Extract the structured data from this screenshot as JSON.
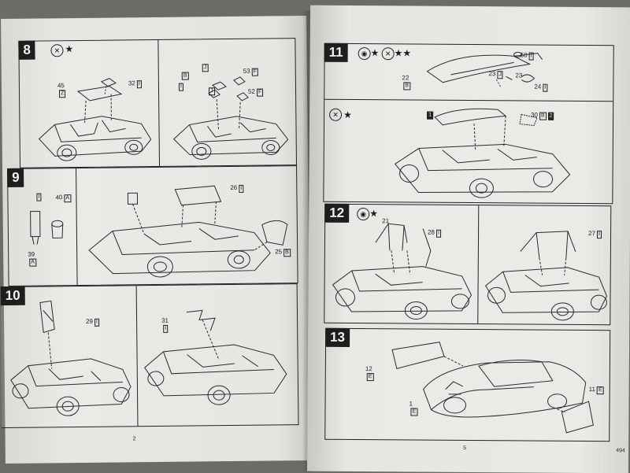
{
  "left_page": {
    "page_number": "2",
    "steps": [
      {
        "number": "8",
        "icons": [
          "glue-icon",
          "star-icon"
        ],
        "labels": [
          {
            "text": "45",
            "box": "Z"
          },
          {
            "text": "32",
            "box": "I"
          },
          {
            "text": "53",
            "box": "F"
          },
          {
            "text": "52",
            "box": "F"
          },
          {
            "text": "",
            "box": "J"
          },
          {
            "text": "",
            "box": "B"
          },
          {
            "text": "",
            "box": "I"
          },
          {
            "text": "",
            "box": "J"
          }
        ]
      },
      {
        "number": "9",
        "labels": [
          {
            "text": "40",
            "box": "A"
          },
          {
            "text": "",
            "box": "I"
          },
          {
            "text": "39",
            "box": "A"
          },
          {
            "text": "26",
            "box": "I"
          },
          {
            "text": "25",
            "box": "B"
          }
        ]
      },
      {
        "number": "10",
        "labels": [
          {
            "text": "29",
            "box": "I"
          },
          {
            "text": "31",
            "box": "I"
          }
        ]
      }
    ]
  },
  "right_page": {
    "page_number": "5",
    "corner_text": "494",
    "steps": [
      {
        "number": "11",
        "icons": [
          "paint-icon",
          "star-icon",
          "glue-icon",
          "double-star-icon"
        ],
        "labels": [
          {
            "text": "22",
            "box": "B"
          },
          {
            "text": "58",
            "box": "I"
          },
          {
            "text": "23",
            "box": "J"
          },
          {
            "text": "23",
            "box": ""
          },
          {
            "text": "24",
            "box": "I"
          },
          {
            "text": "30",
            "box": "B"
          }
        ],
        "sub_icons": [
          "glue-icon",
          "star-icon"
        ],
        "callouts": [
          "1",
          "2"
        ]
      },
      {
        "number": "12",
        "icons": [
          "paint-icon",
          "star-icon"
        ],
        "labels": [
          {
            "text": "21",
            "box": ""
          },
          {
            "text": "28",
            "box": "I"
          },
          {
            "text": "27",
            "box": "I"
          }
        ]
      },
      {
        "number": "13",
        "labels": [
          {
            "text": "12",
            "box": "E"
          },
          {
            "text": "1",
            "box": "E"
          },
          {
            "text": "11",
            "box": "E"
          }
        ]
      }
    ]
  },
  "colors": {
    "background": "#6d6b66",
    "paper": "#e6e6e2",
    "ink": "#1e1e1e"
  }
}
